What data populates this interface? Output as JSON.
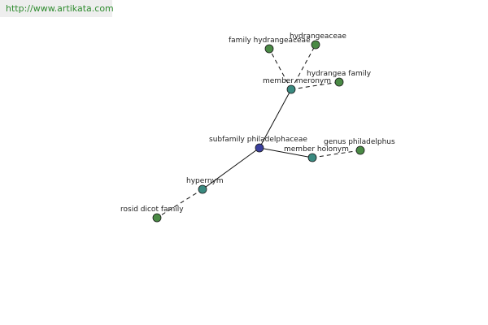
{
  "site_url": "http://www.artikata.com",
  "nodes": {
    "center": {
      "label": "subfamily philadelphaceae",
      "color": "#3a3f9e"
    },
    "hypernym": {
      "label": "hypernym",
      "color": "#3a8a80"
    },
    "rosid": {
      "label": "rosid dicot family",
      "color": "#4a8a45"
    },
    "member_meronym": {
      "label": "member meronym",
      "color": "#3a8a80"
    },
    "family_hydrangeaceae": {
      "label": "family hydrangeaceae",
      "color": "#4a8a45"
    },
    "hydrangeaceae": {
      "label": "hydrangeaceae",
      "color": "#4a8a45"
    },
    "hydrangea_family": {
      "label": "hydrangea family",
      "color": "#4a8a45"
    },
    "member_holonym": {
      "label": "member holonym",
      "color": "#3a8a80"
    },
    "genus_philadelphus": {
      "label": "genus philadelphus",
      "color": "#4a8a45"
    }
  }
}
